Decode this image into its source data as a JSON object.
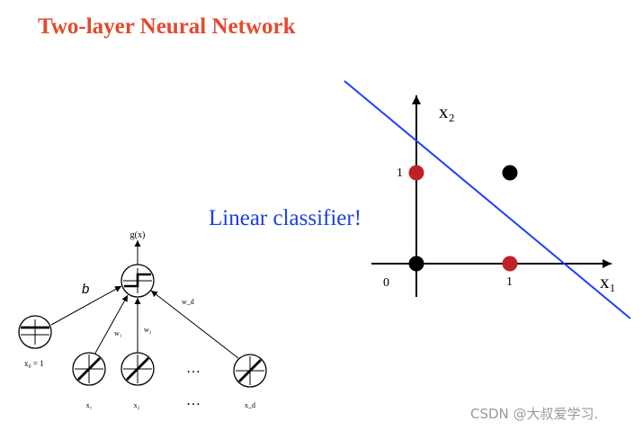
{
  "title": "Two-layer Neural Network",
  "annotation": "Linear classifier!",
  "watermark": "CSDN @大叔爱学习.",
  "colors": {
    "title": "#e34a2f",
    "annotation": "#1c3fe0",
    "decision_line": "#1f3fff",
    "class_red": "#c0202a",
    "class_black": "#000000"
  },
  "network": {
    "output_label": "g(x)",
    "bias_weight_label": "b",
    "bias_node_label": "x₀ = 1",
    "input_labels": [
      "x₁",
      "x₂",
      "x_d"
    ],
    "weight_labels": [
      "w₁",
      "w₂",
      "w_d"
    ],
    "ellipsis": "…",
    "output_icon": "step-function-icon",
    "input_icon": "linear-function-icon",
    "bias_icon": "constant-function-icon"
  },
  "plot": {
    "x_axis_label": "x₁",
    "y_axis_label": "x₂",
    "origin_label": "0",
    "x_tick_label": "1",
    "y_tick_label": "1",
    "points": [
      {
        "x1": 0,
        "x2": 0,
        "class": "black"
      },
      {
        "x1": 1,
        "x2": 0,
        "class": "red"
      },
      {
        "x1": 0,
        "x2": 1,
        "class": "red"
      },
      {
        "x1": 1,
        "x2": 1,
        "class": "black"
      }
    ]
  }
}
